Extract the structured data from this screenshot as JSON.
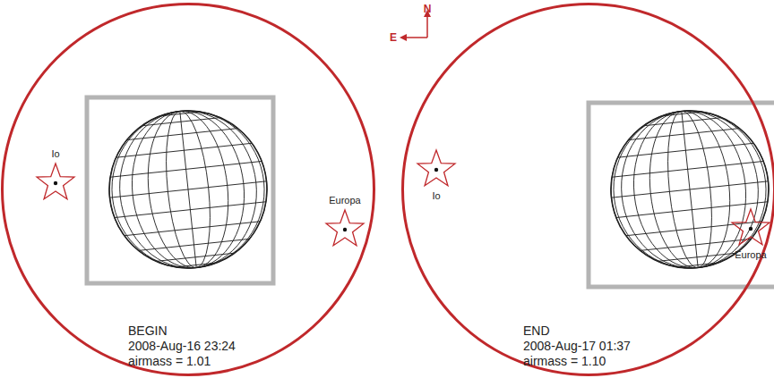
{
  "diagram": {
    "nodes": [
      {
        "text": [
          "BEGIN",
          "2008-Aug-16 23:24",
          "airmass = 1.01"
        ]
      },
      {
        "text": [
          "Io"
        ],
        "in": 0
      },
      {
        "text": [
          "Europa"
        ],
        "in": 0
      },
      {
        "text": [
          "END",
          "2008-Aug-17 01:37",
          "airmass = 1.10"
        ]
      },
      {
        "text": [
          "Io"
        ],
        "in": 3
      },
      {
        "text": [
          "Europa"
        ],
        "in": 3
      }
    ],
    "labels": [
      "N",
      "E"
    ]
  }
}
